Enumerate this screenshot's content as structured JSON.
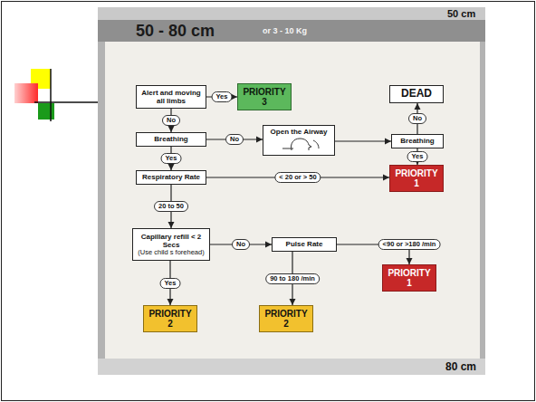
{
  "diagram": {
    "nodes": [
      {
        "text": [
          "Alert and moving all limbs"
        ]
      },
      {
        "text": [
          "PRIORITY 3"
        ]
      },
      {
        "text": [
          "DEAD"
        ]
      },
      {
        "text": [
          "Breathing"
        ]
      },
      {
        "text": [
          "Open the Airway"
        ]
      },
      {
        "text": [
          "Breathing"
        ]
      },
      {
        "text": [
          "Respiratory Rate"
        ]
      },
      {
        "text": [
          "PRIORITY 1"
        ]
      },
      {
        "text": [
          "Capillary refill < 2 Secs",
          "(Use child s forehead)"
        ]
      },
      {
        "text": [
          "Pulse Rate"
        ]
      },
      {
        "text": [
          "PRIORITY 1"
        ]
      },
      {
        "text": [
          "PRIORITY 2"
        ]
      },
      {
        "text": [
          "PRIORITY 2"
        ]
      }
    ],
    "edges": [
      {
        "from": 0,
        "to": 1,
        "label": "Yes",
        "arrow": "to"
      },
      {
        "from": 0,
        "to": 3,
        "label": "No",
        "arrow": "to"
      },
      {
        "from": 3,
        "to": 4,
        "label": "No",
        "arrow": "to"
      },
      {
        "from": 4,
        "to": 5,
        "arrow": "to"
      },
      {
        "from": 5,
        "to": 2,
        "label": "No",
        "arrow": "to"
      },
      {
        "from": 5,
        "to": 7,
        "label": "Yes",
        "arrow": "to"
      },
      {
        "from": 3,
        "to": 6,
        "label": "Yes",
        "arrow": "to"
      },
      {
        "from": 6,
        "to": 7,
        "label": "< 20 or > 50",
        "arrow": "to"
      },
      {
        "from": 6,
        "to": 8,
        "label": "20 to 50",
        "arrow": "to"
      },
      {
        "from": 8,
        "to": 9,
        "label": "No",
        "arrow": "to"
      },
      {
        "from": 8,
        "to": 11,
        "label": "Yes",
        "arrow": "to"
      },
      {
        "from": 9,
        "to": 12,
        "label": "90 to 180 /min",
        "arrow": "to"
      },
      {
        "from": 9,
        "to": 10,
        "label": "<90 or >180 /min",
        "arrow": "to"
      }
    ],
    "labels": [
      "50 - 80 cm",
      "or 3 - 10 Kg",
      "50 cm",
      "80 cm"
    ]
  }
}
